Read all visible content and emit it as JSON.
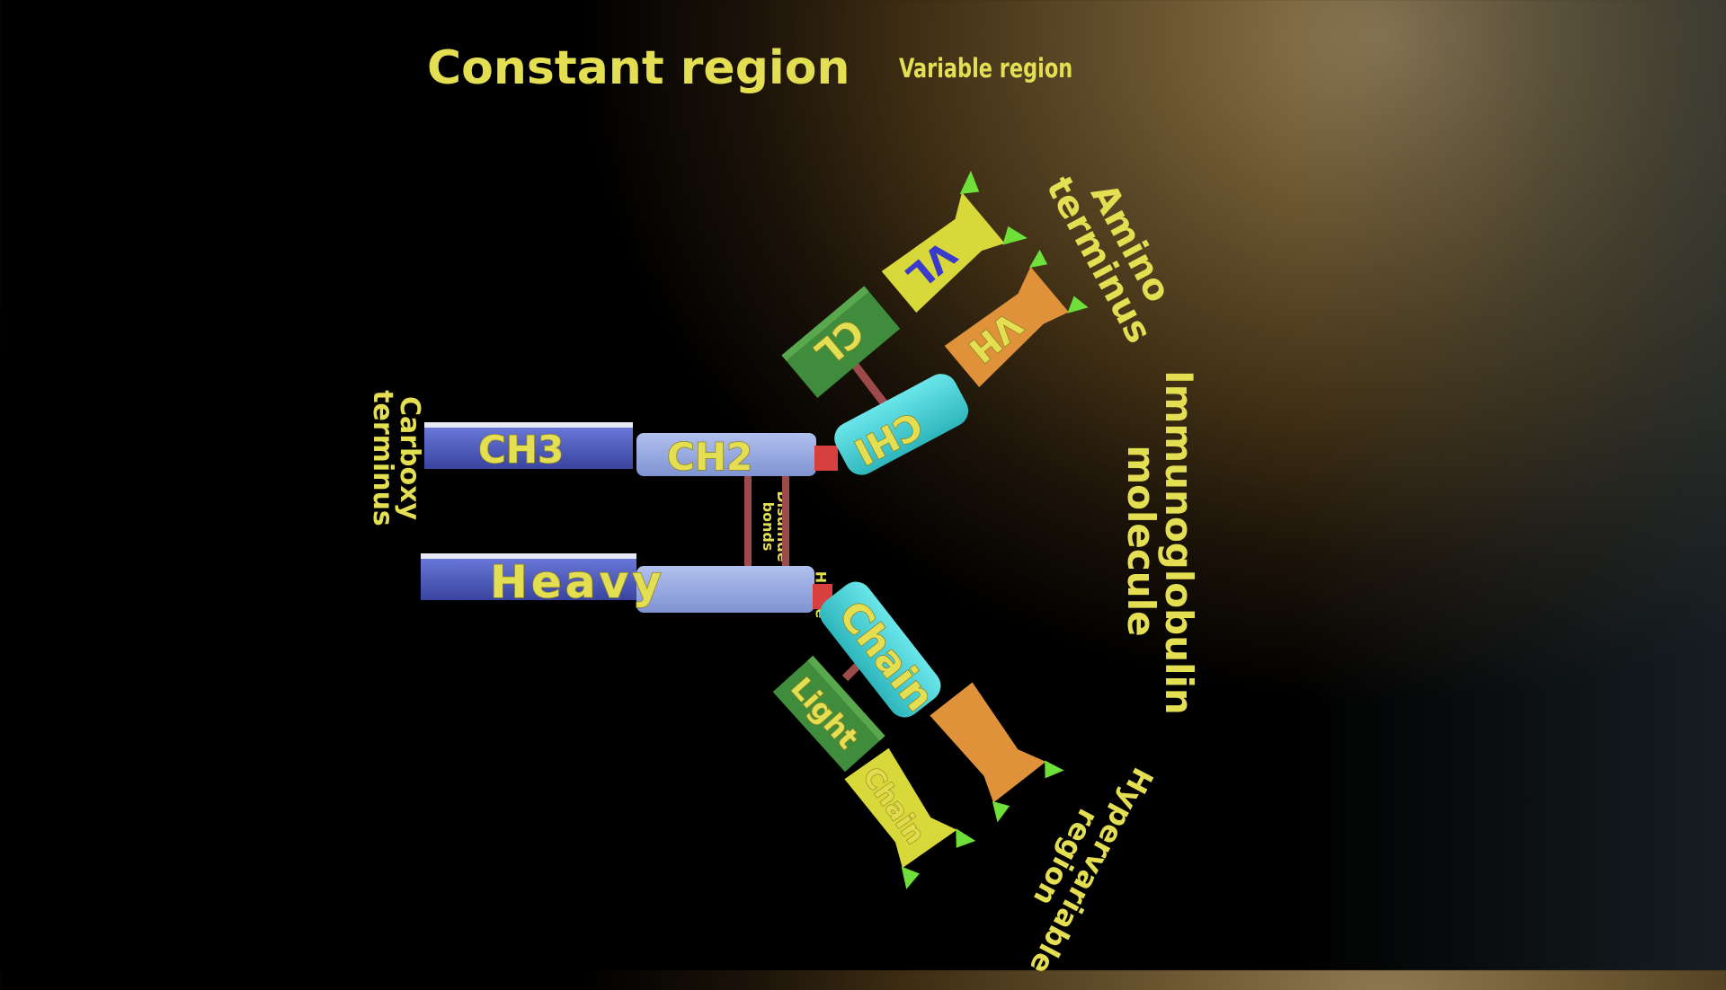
{
  "labels": {
    "constant_region": "Constant region",
    "variable_region": "Variable region",
    "amino_terminus_1": "Amino",
    "amino_terminus_2": "terminus",
    "carboxy_terminus_1": "Carboxy",
    "carboxy_terminus_2": "terminus",
    "immunoglobulin_1": "Immunoglobulin",
    "immunoglobulin_2": "molecule",
    "hypervariable_1": "Hypervariable",
    "hypervariable_2": "region",
    "disulfide_1": "Disulfide",
    "disulfide_2": "bonds",
    "hinge": "Hinge"
  },
  "domains": {
    "ch3": "CH3",
    "ch2": "CH2",
    "ch1": "CHI",
    "vh": "VH",
    "cl": "CL",
    "vl": "VL",
    "heavy": "Heavy",
    "chain": "Chain",
    "light": "Light",
    "light_chain": "Chain"
  },
  "colors": {
    "label": "#e4de52",
    "ch3": "#4a55b8",
    "ch2": "#8ea2dc",
    "ch1": "#3fd0d6",
    "vh": "#e0923a",
    "cl": "#3f8d3c",
    "vl": "#d8d83a",
    "tip": "#6fe03a",
    "bond": "#9c4a4a",
    "hinge": "#d84040"
  }
}
